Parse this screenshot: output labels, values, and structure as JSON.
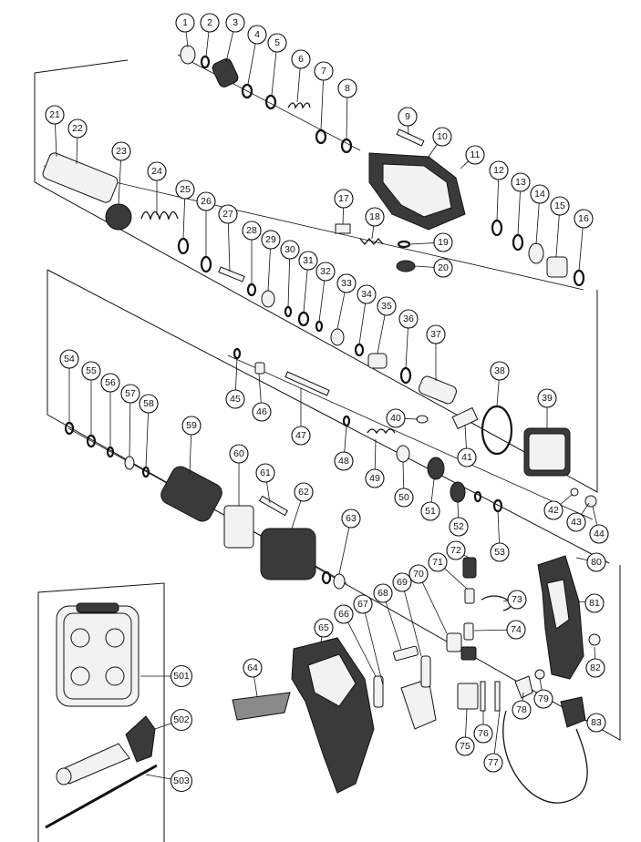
{
  "diagram": {
    "callouts": [
      "1",
      "2",
      "3",
      "4",
      "5",
      "6",
      "7",
      "8",
      "9",
      "10",
      "11",
      "12",
      "13",
      "14",
      "15",
      "16",
      "17",
      "18",
      "19",
      "20",
      "21",
      "22",
      "23",
      "24",
      "25",
      "26",
      "27",
      "28",
      "29",
      "30",
      "31",
      "32",
      "33",
      "34",
      "35",
      "36",
      "37",
      "38",
      "39",
      "40",
      "41",
      "42",
      "43",
      "44",
      "45",
      "46",
      "47",
      "48",
      "49",
      "50",
      "51",
      "52",
      "53",
      "54",
      "55",
      "56",
      "57",
      "58",
      "59",
      "60",
      "61",
      "62",
      "63",
      "64",
      "65",
      "66",
      "67",
      "68",
      "69",
      "70",
      "71",
      "72",
      "73",
      "74",
      "75",
      "76",
      "77",
      "78",
      "79",
      "80",
      "81",
      "82",
      "83",
      "501",
      "502",
      "503"
    ]
  }
}
